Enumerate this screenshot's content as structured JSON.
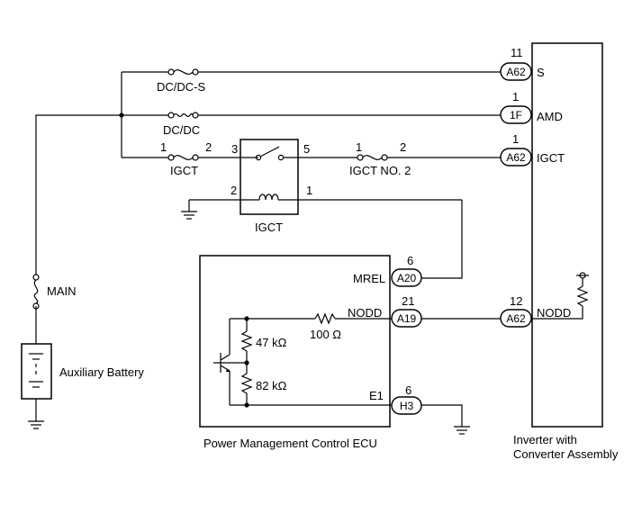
{
  "fuses": {
    "dcdc_s": "DC/DC-S",
    "dcdc": "DC/DC",
    "igct": "IGCT",
    "igct_no2": "IGCT NO. 2",
    "main": "MAIN"
  },
  "relay": {
    "name": "IGCT",
    "pin3": "3",
    "pin5": "5",
    "pin2": "2",
    "pin1": "1"
  },
  "fuse_pins": {
    "igct_in": "1",
    "igct_out": "2",
    "igct2_in": "1",
    "igct2_out": "2"
  },
  "battery": {
    "label": "Auxiliary Battery"
  },
  "ecu": {
    "name": "Power Management Control ECU",
    "mrel": {
      "label": "MREL",
      "pin": "6",
      "connector": "A20"
    },
    "nodd": {
      "label": "NODD",
      "pin": "21",
      "connector": "A19"
    },
    "e1": {
      "label": "E1",
      "pin": "6",
      "connector": "H3"
    },
    "r1": "47 kΩ",
    "r2": "82 kΩ",
    "r3": "100 Ω"
  },
  "inverter": {
    "name_line1": "Inverter with",
    "name_line2": "Converter Assembly",
    "s": {
      "label": "S",
      "pin": "11",
      "connector": "A62"
    },
    "amd": {
      "label": "AMD",
      "pin": "1",
      "connector": "1F"
    },
    "igct": {
      "label": "IGCT",
      "pin": "1",
      "connector": "A62"
    },
    "nodd": {
      "label": "NODD",
      "pin": "12",
      "connector": "A62"
    }
  }
}
